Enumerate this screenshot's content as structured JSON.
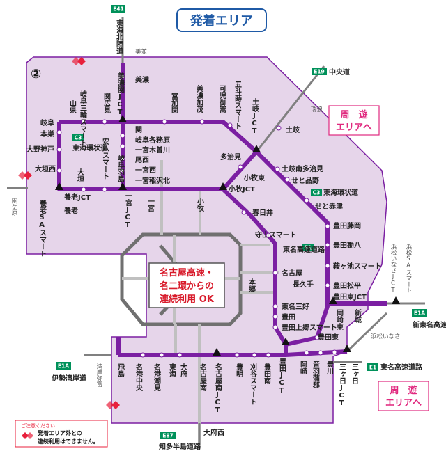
{
  "title": "発着エリア",
  "area_number": "②",
  "notice": {
    "head": "ご注意ください",
    "line1": "発着エリア外との",
    "line2": "連続利用はできません。"
  },
  "center_box": {
    "line1": "名古屋高速・",
    "line2": "名二環からの",
    "line3": "連続利用 OK"
  },
  "kaiyu_top": {
    "line1": "周　遊",
    "line2": "エリアへ"
  },
  "kaiyu_bottom": {
    "line1": "周　遊",
    "line2": "エリアへ"
  },
  "routes": {
    "e41": {
      "code": "E41",
      "name": "東海北陸道"
    },
    "e19": {
      "code": "E19",
      "name": "中央道"
    },
    "c3a": {
      "code": "C3",
      "name": "東海環状道"
    },
    "c3b": {
      "code": "C3",
      "name": "東海環状道"
    },
    "e1": {
      "code": "E1",
      "name": "東名高速道路"
    },
    "e1a_right": {
      "code": "E1A",
      "name": "新東名高速道路"
    },
    "e1a_left": {
      "code": "E1A",
      "name": "伊勢湾岸道"
    },
    "e1_right": {
      "code": "E1",
      "name": "東名高速道路"
    },
    "e87": {
      "code": "E87",
      "name": "知多半島道路"
    }
  },
  "stations": {
    "minonami": "美並",
    "mino": "美濃",
    "minoseki_jct": "美濃関JCT",
    "gifu_sanwa": "岐阜三輪スマート",
    "sekihiromi": "関広見",
    "yamagata": "山県",
    "tomikabe": "富加関",
    "minokamo": "美濃加茂",
    "kani_mitake": "可児御嵩",
    "gosaisho": "五斗蒔スマート",
    "toki_jct": "土岐JCT",
    "mizunami": "瑞浪",
    "toki": "土岐",
    "seki": "関",
    "gifu_kakamigahara": "岐阜各務原",
    "ichinomiya_kisogawa": "一宮木曽川",
    "bisai": "尾西",
    "ichinomiya_nishi": "一宮西",
    "ichinomiya_inazawa": "一宮稲沢北",
    "gifu": "岐阜",
    "motosu": "本巣",
    "ono_kobe": "大野神戸",
    "ogaki_nishi": "大垣西",
    "ogaki": "大垣",
    "anpachi": "安八スマート",
    "gifu_hashima": "岐阜羽島",
    "yoro_jct": "養老JCT",
    "yoro": "養老",
    "yoro_sa": "養老SAスマート",
    "sekigahara": "関ケ原",
    "ichinomiya_jct": "一宮JCT",
    "ichinomiya": "一宮",
    "komaki": "小牧",
    "komaki_jct": "小牧JCT",
    "komaki_higashi": "小牧東",
    "tajimi": "多治見",
    "toki_minami_tajimi": "土岐南多治見",
    "seto_shinasa": "せと品野",
    "seto_akazu": "せと赤津",
    "kasugai": "春日井",
    "moriyama": "守山スマート",
    "toyota_fujioka": "豊田藤岡",
    "toyota_kanpachi": "豊田勘八",
    "kuragaike": "鞍ヶ池スマート",
    "toyota_matsudaira": "豊田松平",
    "toyota_higashi_jct": "豊田東JCT",
    "nagoya": "名古屋",
    "nagakute": "長久手",
    "hongo": "本郷",
    "tomei_label": "東名高速道路",
    "tomei_miyoshi": "東名三好",
    "toyota": "豊田",
    "toyota_agemachi": "豊田上郷スマート",
    "toyota_jct": "豊田JCT",
    "toyota_higashi": "豊田東",
    "okazaki_higashi": "岡崎東",
    "shinshiro": "新城",
    "hamamatsu_inasa_jct": "浜松いなさJCT",
    "hamamatsu_sa": "浜松SAスマート",
    "hamamatsu_inasa": "浜松いなさ",
    "mikkabi_jct": "三ヶ日JCT",
    "mikkabi": "三ヶ日",
    "toyokawa": "豊川",
    "otowa_gamagori": "音羽蒲郡",
    "okazaki": "岡崎",
    "toyoake": "豊明",
    "kariya": "刈谷スマート",
    "toyota_minami": "豊田南",
    "nagoya_minami_jct": "名古屋南JCT",
    "obu": "大府",
    "tokai": "東海",
    "nagoya_minami": "名古屋南",
    "meiko_shiomi": "名港潮見",
    "meiko_chuo": "名港中央",
    "tobishima": "飛島",
    "wangan_yatomi": "湾岸弥富",
    "obu_nishi": "大府西"
  },
  "colors": {
    "line": "#7b1fa2",
    "area": "#e6d5ea",
    "expressway": "#8a8a8a",
    "gray": "#c8c8c8",
    "green": "#00915a",
    "blue": "#1f5aa6",
    "red": "#e8203c",
    "pink": "#e0287e"
  }
}
